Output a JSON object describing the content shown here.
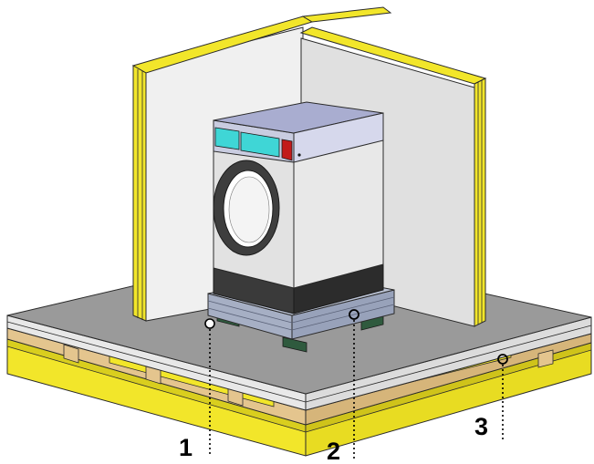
{
  "callouts": [
    {
      "id": "1",
      "label": "1"
    },
    {
      "id": "2",
      "label": "2"
    },
    {
      "id": "3",
      "label": "3"
    }
  ],
  "colors": {
    "insulation_yellow": "#F2E62A",
    "wood_beam": "#E4C58E",
    "panel_gray": "#9A9A9A",
    "wall_white": "#E6E6E6",
    "machine_top": "#A9ADD0",
    "display_cyan": "#3FD6D6",
    "display_red": "#C21A1A",
    "machine_base_dark": "#3A3A3A",
    "feet_green": "#2F5A3E",
    "pad_gray_blue": "#A6AFC4"
  },
  "icons": [
    "washing-machine-icon",
    "callout-marker-icon"
  ]
}
